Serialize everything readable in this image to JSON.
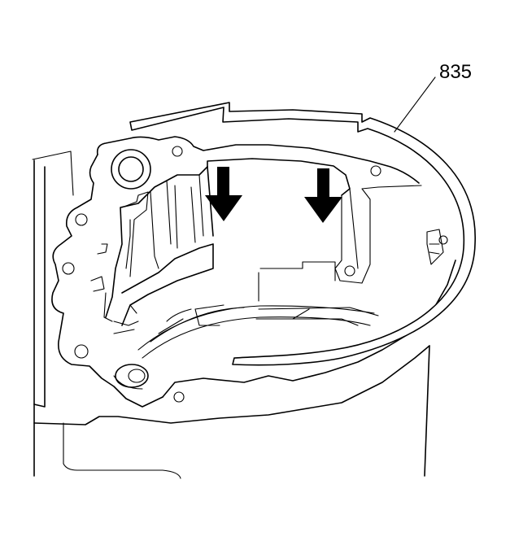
{
  "diagram": {
    "callouts": [
      {
        "id": "band",
        "text": "835"
      }
    ],
    "arrow_count": 2,
    "colors": {
      "line": "#000000",
      "background": "#ffffff"
    }
  }
}
